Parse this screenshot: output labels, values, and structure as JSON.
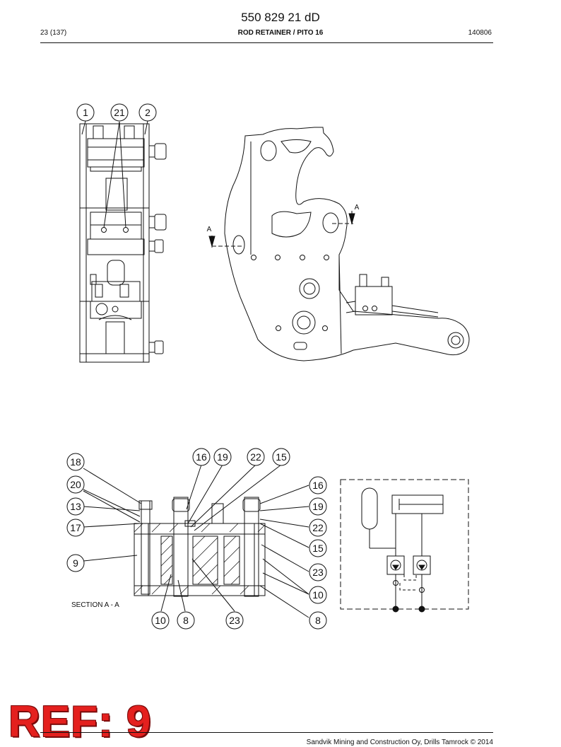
{
  "header": {
    "doc_number": "550 829 21 dD",
    "page": "23 (137)",
    "title": "ROD RETAINER / PITO 16",
    "date_code": "140806"
  },
  "top_view": {
    "callouts": [
      "1",
      "21",
      "2"
    ],
    "section_marker": "A"
  },
  "section_view": {
    "caption": "SECTION A - A",
    "callouts_left": [
      "18",
      "20",
      "13",
      "17",
      "9"
    ],
    "callouts_top": [
      "16",
      "19",
      "22",
      "15"
    ],
    "callouts_right": [
      "16",
      "19",
      "22",
      "15",
      "23",
      "10",
      "8"
    ],
    "callouts_bottom": [
      "10",
      "8",
      "23"
    ]
  },
  "stamp": {
    "text": "REF: 9"
  },
  "footer": {
    "copyright": "Sandvik Mining and Construction Oy, Drills Tamrock © 2014"
  }
}
